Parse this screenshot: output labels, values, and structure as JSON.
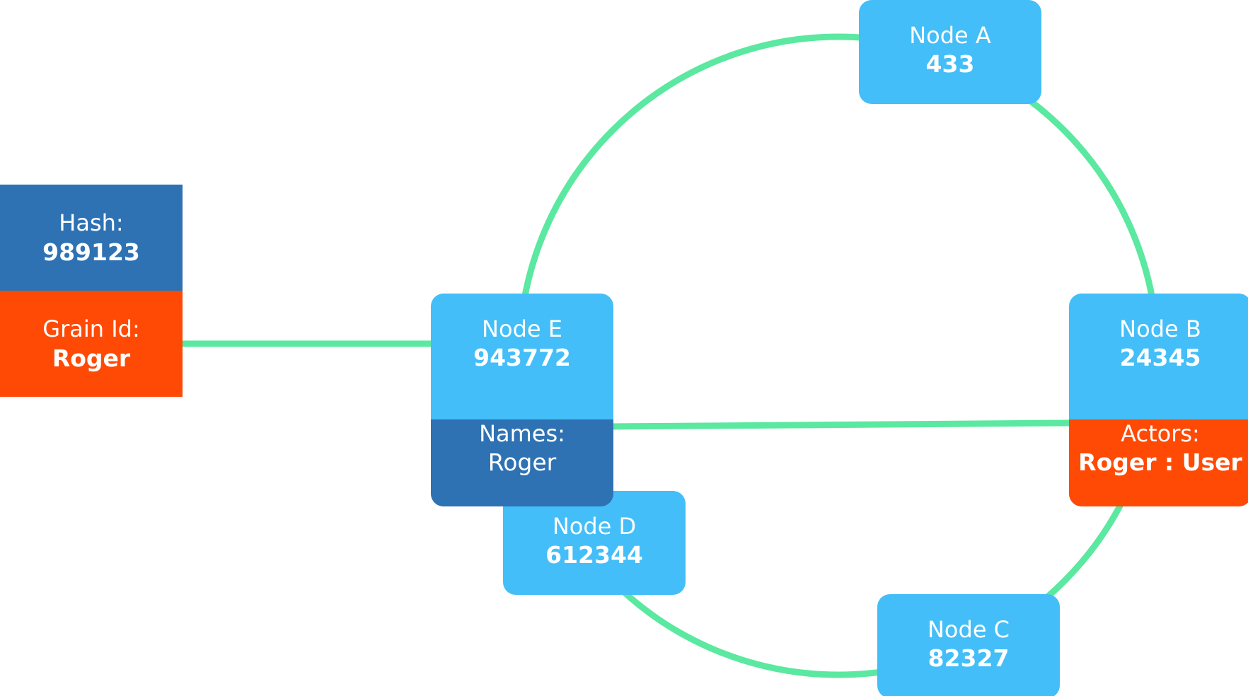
{
  "colors": {
    "link": "#5BE8A0",
    "node": "#43BEF8",
    "names": "#2E72B4",
    "actors": "#FF4A05"
  },
  "grain_card": {
    "hash_label": "Hash:",
    "hash_value": "989123",
    "grain_label": "Grain Id:",
    "grain_value": "Roger"
  },
  "nodes": {
    "a": {
      "label": "Node A",
      "value": "433"
    },
    "b": {
      "label": "Node B",
      "value": "24345",
      "extra_label": "Actors:",
      "extra_value": "Roger : User"
    },
    "c": {
      "label": "Node C",
      "value": "82327"
    },
    "d": {
      "label": "Node D",
      "value": "612344"
    },
    "e": {
      "label": "Node E",
      "value": "943772",
      "extra_label": "Names:",
      "extra_value": "Roger"
    }
  }
}
